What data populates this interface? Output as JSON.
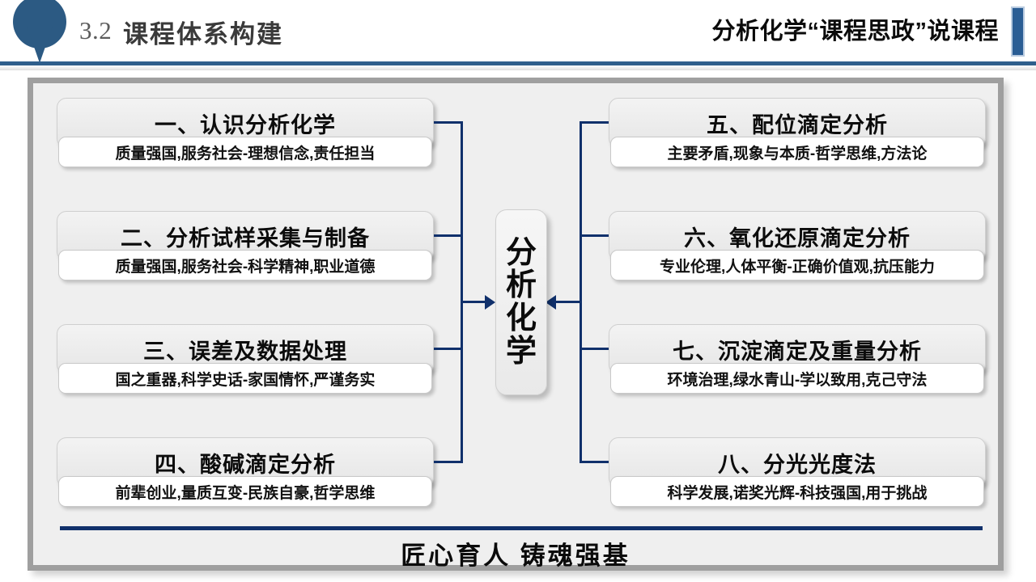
{
  "header": {
    "section_number": "3.2",
    "title": "课程体系构建",
    "right_title": "分析化学“课程思政”说课程",
    "pin_icon": "map-pin-icon",
    "accent_color": "#2a5d94",
    "rule_color": "#2f5f8c"
  },
  "diagram": {
    "center": {
      "label": "分析化学",
      "chars": [
        "分",
        "析",
        "化",
        "学"
      ]
    },
    "connector_color": "#10306b",
    "left_nodes": [
      {
        "title": "一、认识分析化学",
        "sub": "质量强国,服务社会-理想信念,责任担当"
      },
      {
        "title": "二、分析试样采集与制备",
        "sub": "质量强国,服务社会-科学精神,职业道德"
      },
      {
        "title": "三、误差及数据处理",
        "sub": "国之重器,科学史话-家国情怀,严谨务实"
      },
      {
        "title": "四、酸碱滴定分析",
        "sub": "前辈创业,量质互变-民族自豪,哲学思维"
      }
    ],
    "right_nodes": [
      {
        "title": "五、配位滴定分析",
        "sub": "主要矛盾,现象与本质-哲学思维,方法论"
      },
      {
        "title": "六、氧化还原滴定分析",
        "sub": "专业伦理,人体平衡-正确价值观,抗压能力"
      },
      {
        "title": "七、沉淀滴定及重量分析",
        "sub": "环境治理,绿水青山-学以致用,克己守法"
      },
      {
        "title": "八、分光光度法",
        "sub": "科学发展,诺奖光辉-科技强国,用于挑战"
      }
    ]
  },
  "footer": {
    "slogan": "匠心育人  铸魂强基"
  }
}
